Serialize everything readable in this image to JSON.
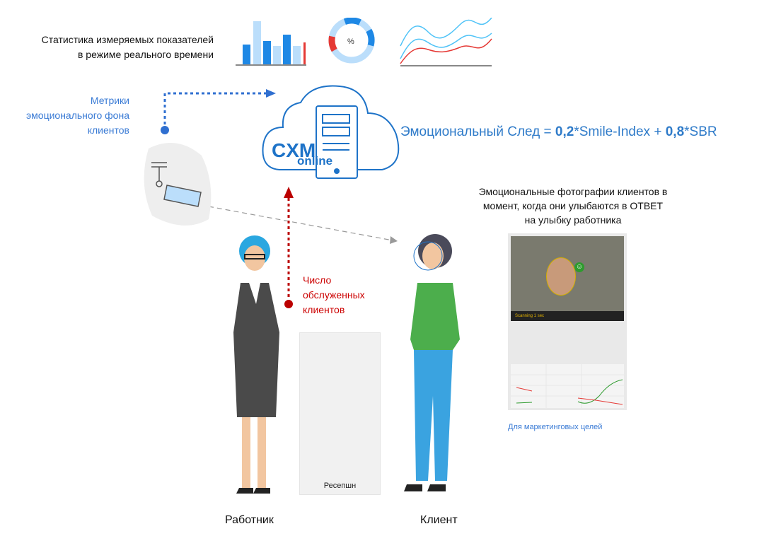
{
  "stats_label": [
    "Статистика измеряемых показателей",
    "в режиме реального времени"
  ],
  "donut_label": "%",
  "metrics_label": [
    "Метрики",
    "эмоционального фона",
    "клиентов"
  ],
  "cloud": {
    "brand": "CXM",
    "sub": "online"
  },
  "formula": {
    "prefix": "Эмоциональный След = ",
    "coef1": "0,2",
    "term1": "*Smile-Index + ",
    "coef2": "0,8",
    "term2": "*SBR"
  },
  "served_label": [
    "Число",
    "обслуженных",
    "клиентов"
  ],
  "photo_caption": [
    "Эмоциональные фотографии клиентов в",
    "момент, когда они улыбаются в ОТВЕТ",
    "на улыбку работника"
  ],
  "photo_panel": {
    "status": "Scanning 1 sec"
  },
  "marketing_label": "Для маркетинговых целей",
  "reception_label": "Ресепшн",
  "worker_label": "Работник",
  "client_label": "Клиент",
  "colors": {
    "blue": "#1e88e5",
    "light_blue": "#bbdefb",
    "red": "#e53935",
    "text_blue": "#3a7bd5"
  }
}
